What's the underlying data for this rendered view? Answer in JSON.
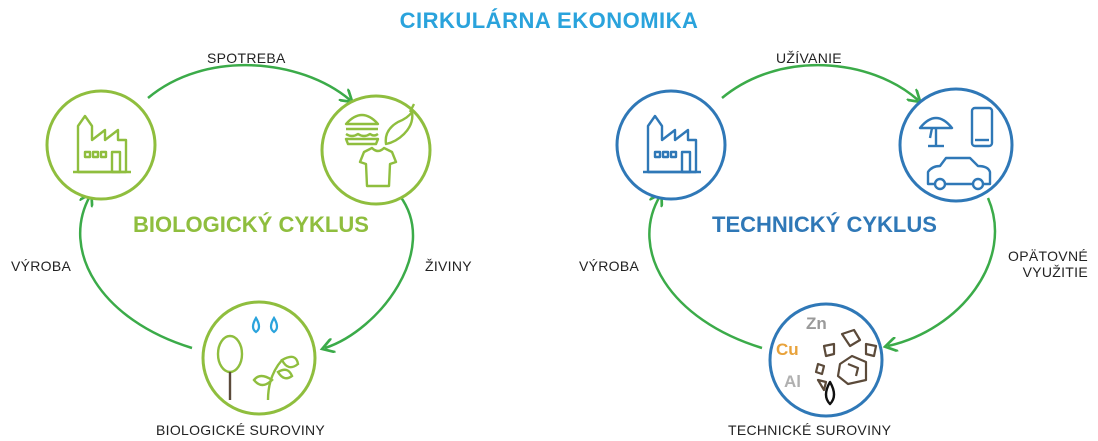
{
  "title": "CIRKULÁRNA EKONOMIKA",
  "colors": {
    "title": "#2aa3dc",
    "arrow": "#3bab49",
    "bio": "#8fbe3e",
    "tech": "#2f78b7",
    "material": "#5b4a3a"
  },
  "biological": {
    "name": "BIOLOGICKÝ CYKLUS",
    "labels": {
      "top": "SPOTREBA",
      "left": "VÝROBA",
      "right": "ŽIVINY",
      "bottom": "BIOLOGICKÉ SUROVINY"
    },
    "nodes": [
      {
        "id": "factory",
        "icon": "factory-icon"
      },
      {
        "id": "consumption",
        "icon": "food-clothing-icon"
      },
      {
        "id": "raw",
        "icon": "tree-plant-water-icon"
      }
    ]
  },
  "technical": {
    "name": "TECHNICKÝ CYKLUS",
    "labels": {
      "top": "UŽÍVANIE",
      "left": "VÝROBA",
      "right_line1": "OPÄTOVNÉ",
      "right_line2": "VYUŽITIE",
      "bottom": "TECHNICKÉ SUROVINY"
    },
    "metals": [
      {
        "symbol": "Zn",
        "color": "#9a9a9a"
      },
      {
        "symbol": "Cu",
        "color": "#e8a23a"
      },
      {
        "symbol": "Al",
        "color": "#b0b0b0"
      }
    ],
    "nodes": [
      {
        "id": "factory",
        "icon": "factory-icon"
      },
      {
        "id": "use",
        "icon": "lamp-phone-car-icon"
      },
      {
        "id": "raw",
        "icon": "ore-oil-icon"
      }
    ]
  }
}
